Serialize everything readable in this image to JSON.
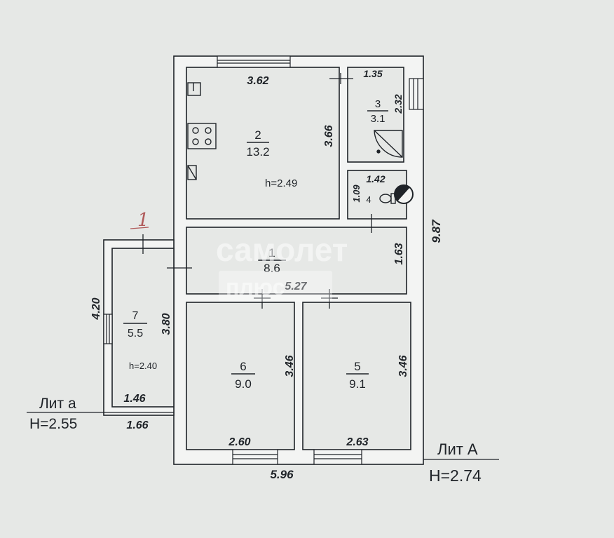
{
  "colors": {
    "paper": "#e6e8e6",
    "ink": "#1f2328",
    "wall_fill": "#f3f4f3"
  },
  "rooms": [
    {
      "number": "1",
      "area": "8.6"
    },
    {
      "number": "2",
      "area": "13.2"
    },
    {
      "number": "3",
      "area": "3.1"
    },
    {
      "number": "4"
    },
    {
      "number": "5",
      "area": "9.1"
    },
    {
      "number": "6",
      "area": "9.0"
    },
    {
      "number": "7",
      "area": "5.5"
    }
  ],
  "heights": {
    "main": "h=2.49",
    "annex": "h=2.40"
  },
  "dimensions": {
    "room2_width": "3.62",
    "room2_height": "3.66",
    "room3_width": "1.35",
    "room3_height": "2.32",
    "room4_width": "1.42",
    "room4_height": "1.09",
    "room1_width": "5.27",
    "room1_height": "1.63",
    "room6_width": "2.60",
    "room6_height": "3.46",
    "room5_width": "2.63",
    "room5_height": "3.46",
    "room7_width": "1.46",
    "room7_height": "3.80",
    "annex_outer_width": "1.66",
    "annex_outer_height": "4.20",
    "total_width": "5.96",
    "total_height": "9.87"
  },
  "handwritten_mark": "1",
  "lit_labels": {
    "annex_title": "Лит а",
    "annex_height": "H=2.55",
    "main_title": "Лит А",
    "main_height": "H=2.74"
  },
  "watermark": {
    "line1": "самолет",
    "line2": "плюс"
  }
}
